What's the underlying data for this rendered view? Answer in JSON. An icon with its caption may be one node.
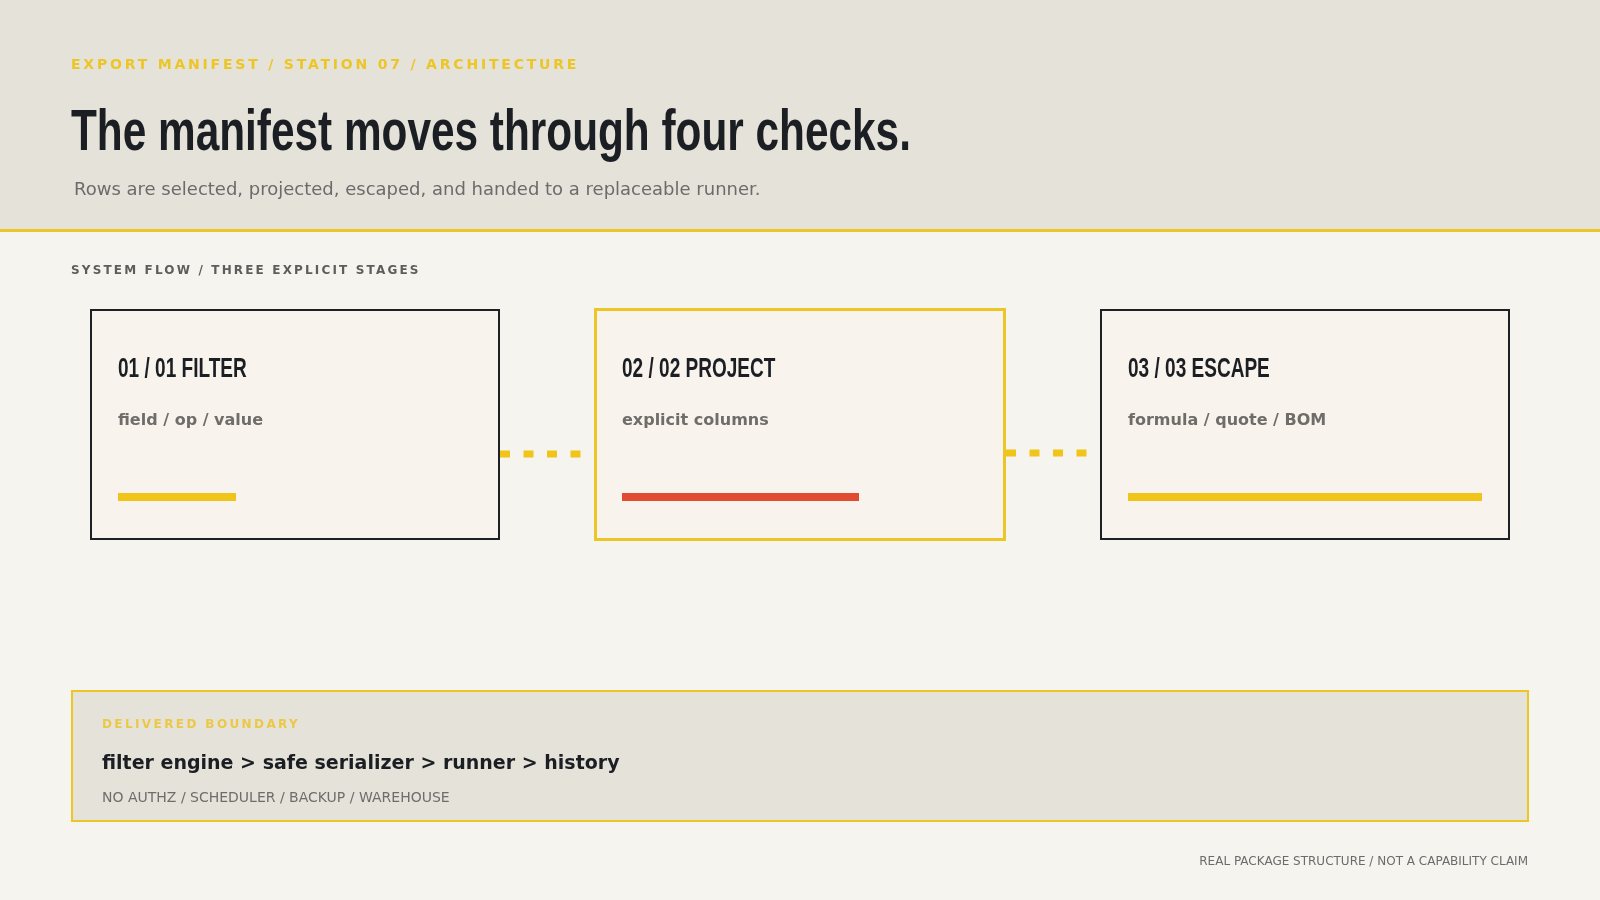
{
  "diagram": {
    "title": "The manifest moves through four checks.",
    "nodes": [
      {
        "text": [
          "01 / 01 FILTER",
          "field / op / value"
        ]
      },
      {
        "text": [
          "02 / 02 PROJECT",
          "explicit columns"
        ]
      },
      {
        "text": [
          "03 / 03 ESCAPE",
          "formula / quote / BOM"
        ]
      },
      {
        "text": [
          "DELIVERED BOUNDARY",
          "filter engine > safe serializer > runner > history",
          "NO AUTHZ / SCHEDULER / BACKUP / WAREHOUSE"
        ]
      }
    ],
    "edges": [
      {
        "from": 0,
        "to": 1,
        "arrow": "none",
        "style": "dashed",
        "color": "#f0c419"
      },
      {
        "from": 1,
        "to": 2,
        "arrow": "none",
        "style": "dashed",
        "color": "#f0c419"
      }
    ],
    "labels": [
      "EXPORT MANIFEST / STATION 07 / ARCHITECTURE",
      "Rows are selected, projected, escaped, and handed to a replaceable runner.",
      "SYSTEM FLOW / THREE EXPLICIT STAGES",
      "REAL PACKAGE STRUCTURE / NOT A CAPABILITY CLAIM"
    ]
  }
}
